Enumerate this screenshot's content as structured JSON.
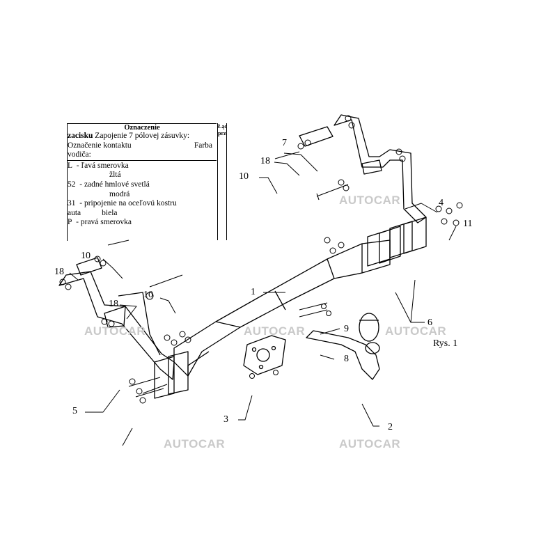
{
  "legend": {
    "title": "Oznaczenie",
    "row1_left": "zacisku",
    "row1_right": "Zapojenie 7 pólovej zásuvky:",
    "row2_left": "Označenie kontaktu",
    "row2_right": "Farba",
    "row3": "vodiča:",
    "items": [
      {
        "code": "L",
        "desc": "- ľavá smerovka",
        "color": "žltá"
      },
      {
        "code": "52",
        "desc": "- zadné hmlové svetlá",
        "color": "modrá"
      },
      {
        "code": "31",
        "desc": "- pripojenie na oceľovú kostru",
        "extra": "auta",
        "color": "biela"
      },
      {
        "code": "P",
        "desc": "- pravá smerovka"
      }
    ],
    "side_text": "Łączenie przewo"
  },
  "watermark": "AUTOCAR",
  "caption": "Rys. 1",
  "parts": [
    "1",
    "2",
    "3",
    "4",
    "5",
    "6",
    "7",
    "8",
    "9",
    "10",
    "10",
    "10",
    "11",
    "18",
    "18",
    "18"
  ]
}
